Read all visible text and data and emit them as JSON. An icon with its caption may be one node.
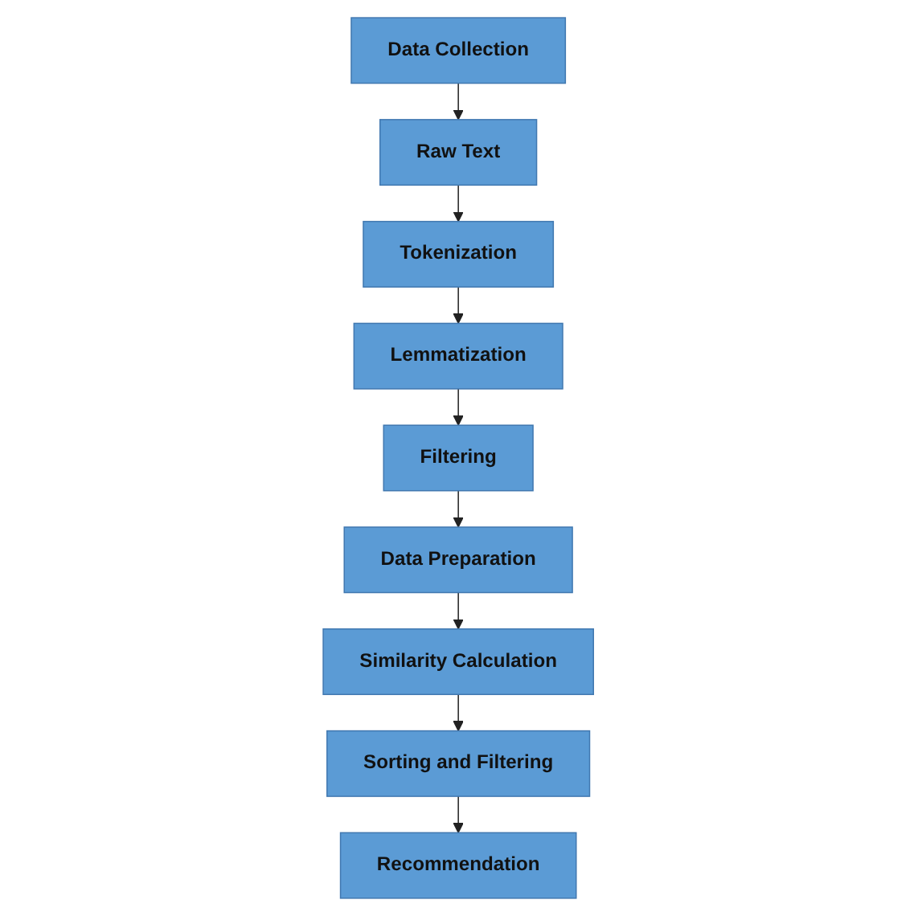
{
  "diagram": {
    "nodes": [
      {
        "text": [
          "Data Collection"
        ]
      },
      {
        "text": [
          "Raw Text"
        ]
      },
      {
        "text": [
          "Tokenization"
        ]
      },
      {
        "text": [
          "Lemmatization"
        ]
      },
      {
        "text": [
          "Filtering"
        ]
      },
      {
        "text": [
          "Data Preparation"
        ]
      },
      {
        "text": [
          "Similarity Calculation"
        ]
      },
      {
        "text": [
          "Sorting and Filtering"
        ]
      },
      {
        "text": [
          "Recommendation"
        ]
      }
    ],
    "edges": [
      {
        "from": 0,
        "to": 1,
        "arrow": "to"
      },
      {
        "from": 1,
        "to": 2,
        "arrow": "to"
      },
      {
        "from": 2,
        "to": 3,
        "arrow": "to"
      },
      {
        "from": 3,
        "to": 4,
        "arrow": "to"
      },
      {
        "from": 4,
        "to": 5,
        "arrow": "to"
      },
      {
        "from": 5,
        "to": 6,
        "arrow": "to"
      },
      {
        "from": 6,
        "to": 7,
        "arrow": "to"
      },
      {
        "from": 7,
        "to": 8,
        "arrow": "to"
      }
    ]
  }
}
